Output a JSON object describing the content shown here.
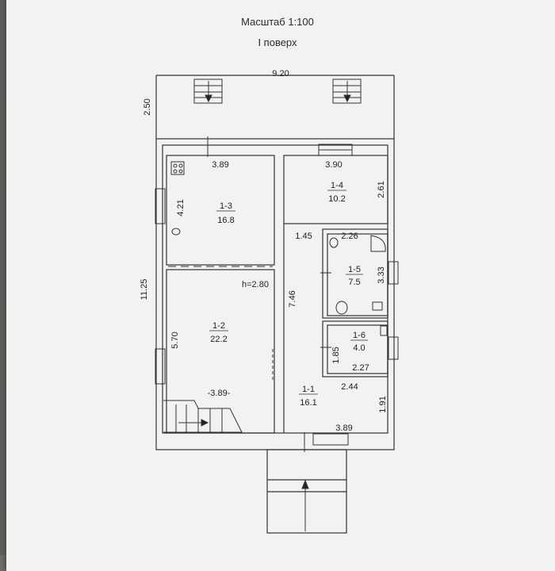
{
  "header": {
    "scale": "Масштаб 1:100",
    "floor": "I поверх"
  },
  "dimensions": {
    "overall_width": "9.20",
    "porch_depth": "2.50",
    "overall_length": "11.25",
    "room_1_3_width": "3.89",
    "room_1_3_depth": "4.21",
    "room_1_4_width": "3.90",
    "room_1_4_depth": "2.61",
    "corridor_width": "1.45",
    "corridor_length": "7.46",
    "bath_width": "2.26",
    "bath_depth": "3.33",
    "ceiling_height": "h=2.80",
    "wc_depth": "1.85",
    "wc_width": "2.27",
    "hall_top_width": "2.44",
    "hall_depth": "1.91",
    "hall_bottom_width": "3.89",
    "room_1_2_depth": "5.70",
    "room_1_2_width": "-3.89-"
  },
  "rooms": [
    {
      "id": "1-3",
      "area": "16.8"
    },
    {
      "id": "1-4",
      "area": "10.2"
    },
    {
      "id": "1-5",
      "area": "7.5"
    },
    {
      "id": "1-6",
      "area": "4.0"
    },
    {
      "id": "1-2",
      "area": "22.2"
    },
    {
      "id": "1-1",
      "area": "16.1"
    }
  ]
}
